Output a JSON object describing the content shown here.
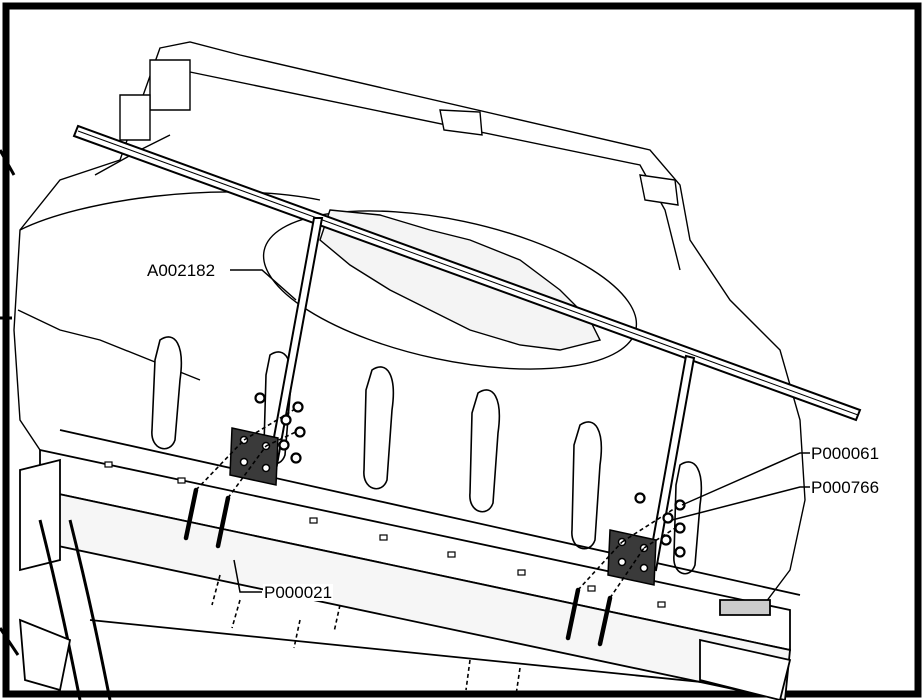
{
  "callouts": {
    "a002182": "A002182",
    "p000061": "P000061",
    "p000766": "P000766",
    "p000021": "P000021"
  }
}
